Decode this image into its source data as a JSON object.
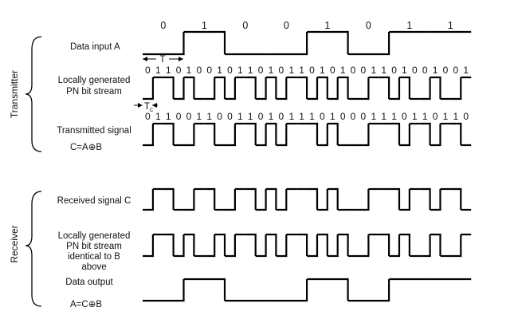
{
  "groups": {
    "transmitter": "Transmitter",
    "receiver": "Receiver"
  },
  "labels": {
    "data_input": "Data input A",
    "pn_line1": "Locally generated",
    "pn_line2": "PN bit stream",
    "tx_line1": "Transmitted signal",
    "tx_line2": "C=A⊕B",
    "rx": "Received signal C",
    "rx_pn_line1": "Locally generated",
    "rx_pn_line2": "PN bit stream",
    "rx_pn_line3": "identical to B",
    "rx_pn_line4": "above",
    "out_line1": "Data output",
    "out_line2": "A=C⊕B"
  },
  "period_label": "T",
  "chip_label": "T",
  "chip_subscript": "c",
  "data_bits": [
    0,
    1,
    0,
    0,
    1,
    0,
    1,
    1
  ],
  "pn_bits": [
    0,
    1,
    1,
    0,
    1,
    0,
    0,
    1,
    0,
    1,
    1,
    0,
    1,
    0,
    1,
    1,
    0,
    1,
    0,
    1,
    0,
    0,
    1,
    1,
    0,
    1,
    0,
    0,
    1,
    0,
    0,
    1
  ],
  "tx_bits": [
    0,
    1,
    1,
    0,
    0,
    1,
    1,
    0,
    0,
    1,
    1,
    0,
    1,
    0,
    1,
    1,
    1,
    0,
    1,
    0,
    0,
    0,
    1,
    1,
    1,
    0,
    1,
    1,
    0,
    1,
    1,
    0
  ]
}
